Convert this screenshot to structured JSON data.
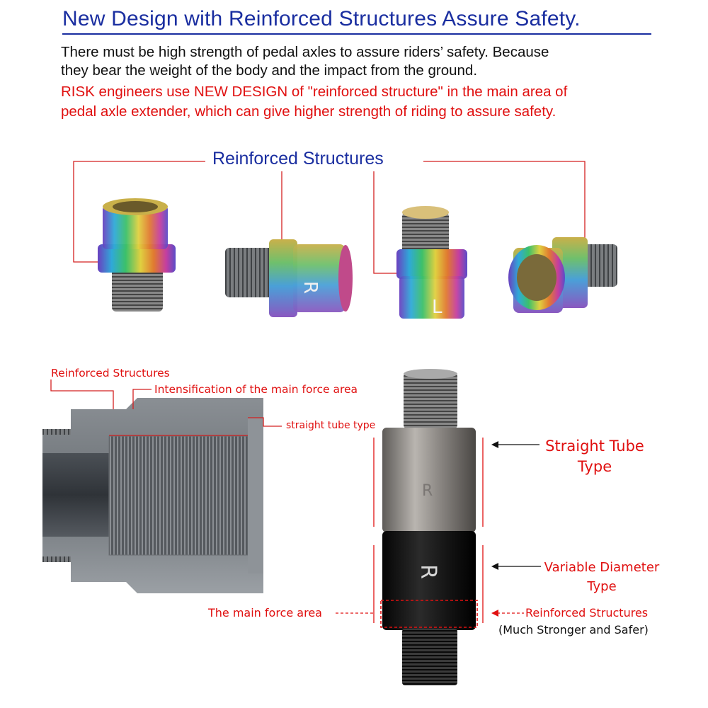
{
  "title": "New Design with Reinforced Structures Assure Safety.",
  "intro": {
    "black_line1": "There must be high strength of pedal axles to assure riders’ safety. Because",
    "black_line2": "they bear the weight of the body and the impact from the ground.",
    "red_line1": "RISK engineers use NEW DESIGN of \"reinforced structure\" in the main area of",
    "red_line2": "pedal axle extender, which can give higher strength of riding to assure safety."
  },
  "product_row": {
    "header": "Reinforced Structures",
    "engravings": {
      "right": "R",
      "left": "L"
    }
  },
  "cross_section": {
    "label_reinforced": "Reinforced Structures",
    "label_intensification": "Intensification of the main force area",
    "label_straight": "straight tube type"
  },
  "comparison": {
    "straight_line1": "Straight Tube",
    "straight_line2": "Type",
    "variable_line1": "Variable Diameter",
    "variable_line2": "Type",
    "main_force": "The main force area",
    "reinforced": "Reinforced Structures",
    "reinforced_sub": "(Much Stronger and Safer)",
    "engraving": "R"
  },
  "colors": {
    "title_blue": "#1a2ea0",
    "accent_red": "#e01010",
    "text_black": "#111111"
  }
}
